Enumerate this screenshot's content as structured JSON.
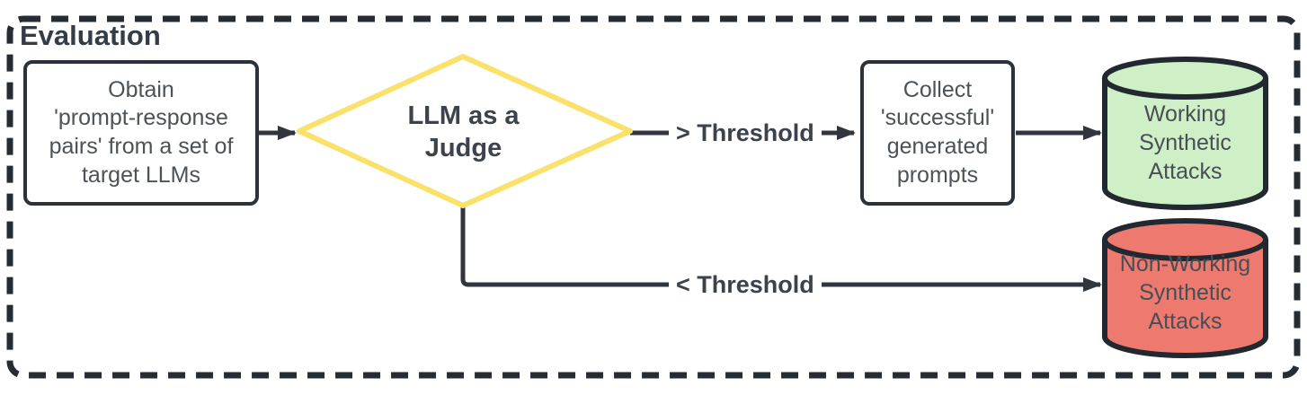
{
  "colors": {
    "yellow": "#FAE16B",
    "green": "#CFF0C7",
    "red": "#EE7A6F",
    "stroke_dark": "#2b323a",
    "text_gray": "#4b5258"
  },
  "diagram": {
    "title": "Evaluation",
    "nodes": {
      "obtain": {
        "type": "process",
        "label": "Obtain\n'prompt-response\npairs' from a set of\ntarget LLMs"
      },
      "judge": {
        "type": "decision",
        "label": "LLM as a\nJudge"
      },
      "collect": {
        "type": "process",
        "label": "Collect\n'successful'\ngenerated\nprompts"
      },
      "working": {
        "type": "database",
        "fill": "#CFF0C7",
        "label": "Working\nSynthetic\nAttacks"
      },
      "nonworking": {
        "type": "database",
        "fill": "#EE7A6F",
        "label": "Non-Working\nSynthetic\nAttacks"
      }
    },
    "edges": {
      "above_threshold_label": "> Threshold",
      "below_threshold_label": "< Threshold"
    }
  }
}
